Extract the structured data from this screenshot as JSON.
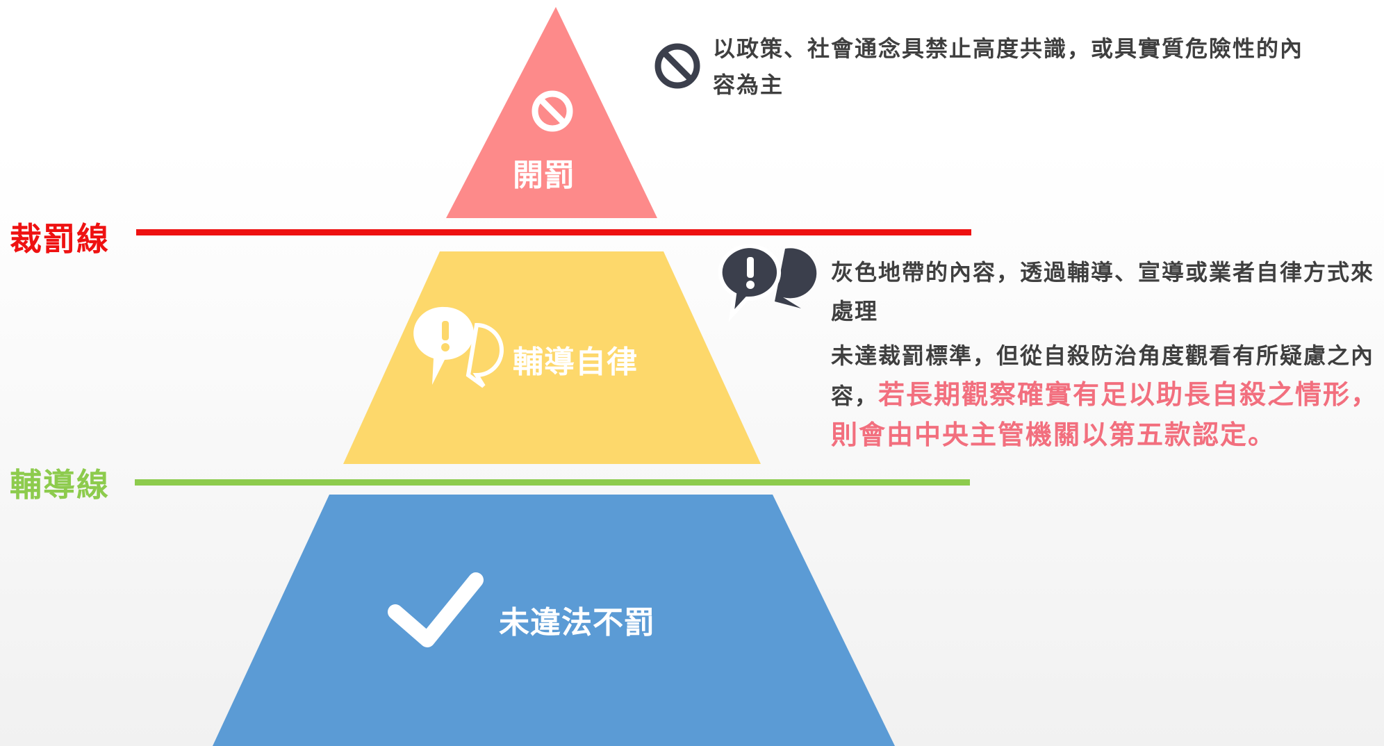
{
  "colors": {
    "top_tier": "#fd8a8a",
    "middle_tier": "#fdd86b",
    "bottom_tier": "#5b9bd5",
    "penalty_line": "#ee1111",
    "guidance_line": "#8dcb4d",
    "icon_dark": "#3b3f4c",
    "highlight_text": "#f26f7e",
    "body_text": "#3f3f3f"
  },
  "pyramid": {
    "top": {
      "label": "開罰",
      "icon": "prohibited-icon"
    },
    "middle": {
      "label": "輔導自律",
      "icon": "speech-bubbles-icon"
    },
    "bottom": {
      "label": "未違法不罰",
      "icon": "checkmark-icon"
    }
  },
  "lines": {
    "penalty": {
      "label": "裁罰線"
    },
    "guidance": {
      "label": "輔導線"
    }
  },
  "descriptions": {
    "top": {
      "icon": "prohibited-icon",
      "text": "以政策、社會通念具禁止高度共識，或具實質危險性的內容為主"
    },
    "middle": {
      "icon": "speech-bubbles-icon",
      "paragraph1": "灰色地帶的內容，透過輔導、宣導或業者自律方式來處理",
      "paragraph2_normal": "未達裁罰標準，但從自殺防治角度觀看有所疑慮之內容，",
      "paragraph2_highlight": "若長期觀察確實有足以助長自殺之情形，則會由中央主管機關以第五款認定。"
    }
  }
}
